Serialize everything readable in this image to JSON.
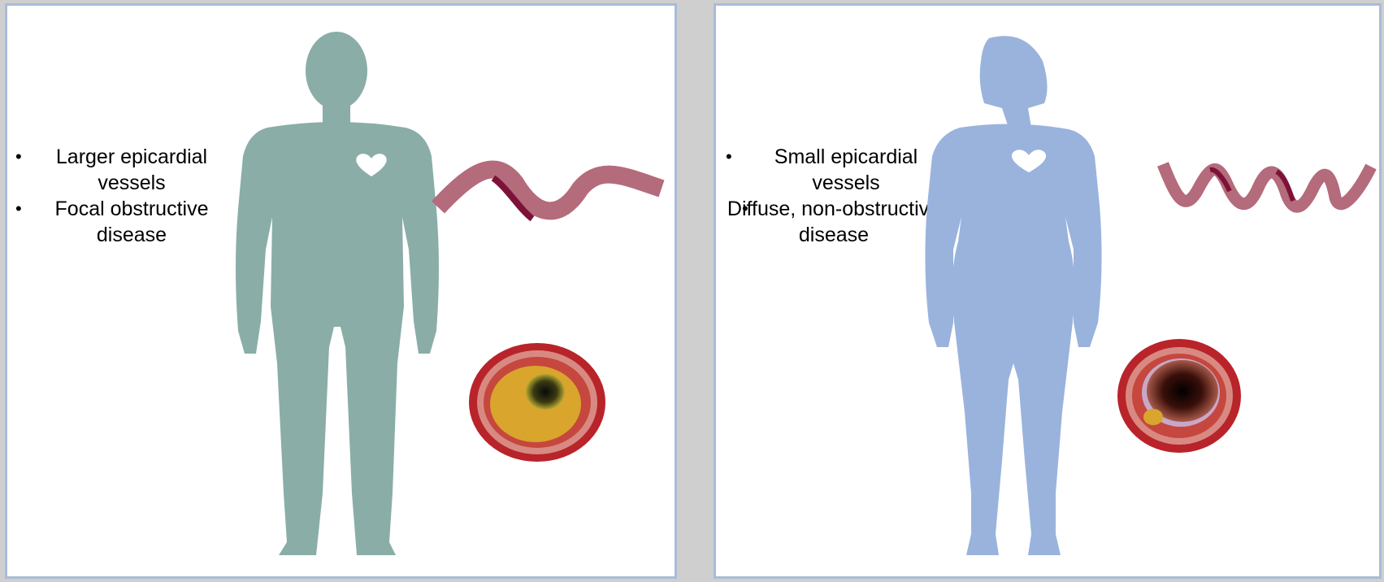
{
  "colors": {
    "background": "#cfcfcf",
    "panel_border": "#a8bcd8",
    "male_silhouette": "#8aada7",
    "female_silhouette": "#9ab3dd",
    "vessel_main": "#b46b7b",
    "vessel_dark": "#7d1238",
    "artery_outer": "#b8242a",
    "plaque": "#d9a52c"
  },
  "left_panel": {
    "figure": "male-silhouette",
    "bullets": [
      "Larger epicardial vessels",
      "Focal obstructive disease"
    ]
  },
  "right_panel": {
    "figure": "female-silhouette",
    "bullets": [
      "Small epicardial vessels",
      "Diffuse, non-obstructive disease"
    ]
  }
}
